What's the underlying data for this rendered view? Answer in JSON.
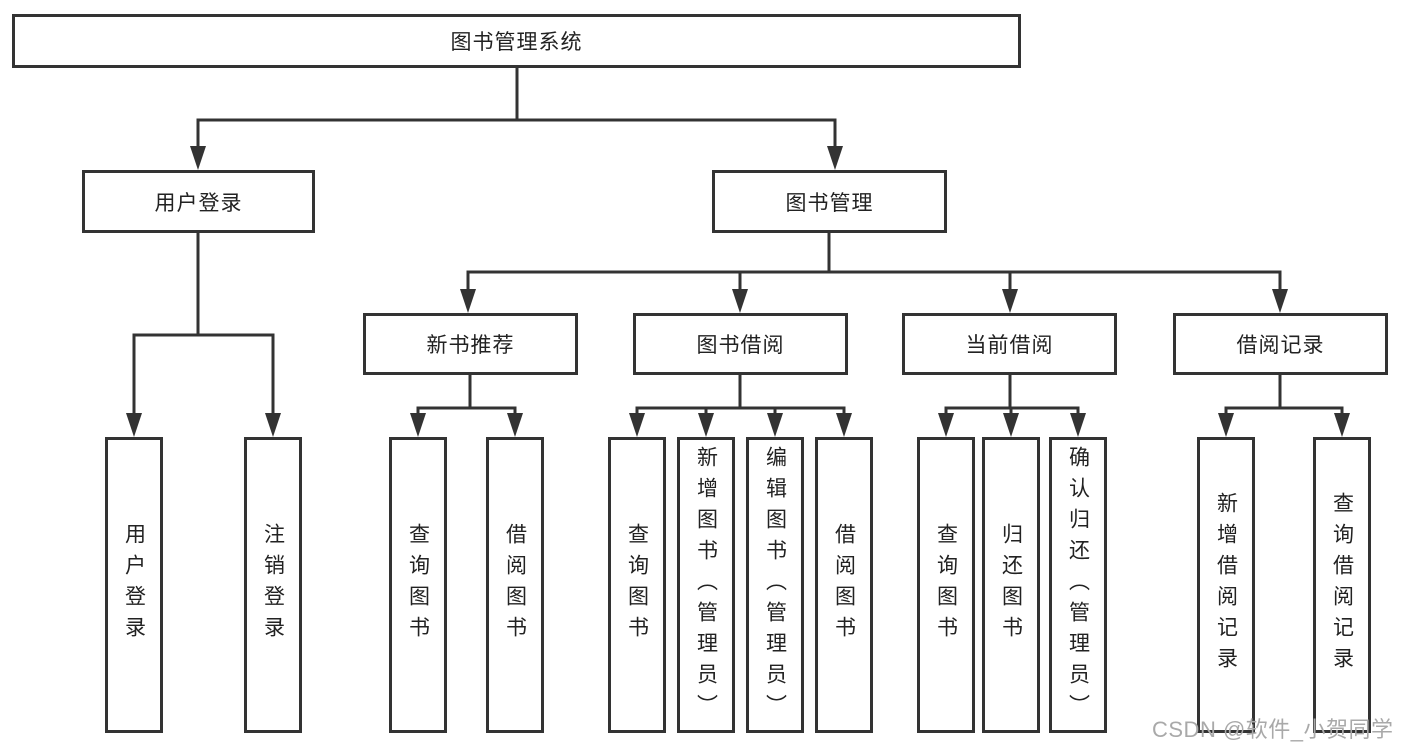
{
  "colors": {
    "line": "#333333",
    "box_border": "#333333",
    "text": "#222222",
    "background": "#ffffff",
    "watermark_text_color": "#a9a9a9"
  },
  "watermark": {
    "text": "CSDN @软件_小贺同学"
  },
  "tree": {
    "root": {
      "label": "图书管理系统",
      "children": [
        {
          "label": "用户登录",
          "children": [
            {
              "label": "用户登录"
            },
            {
              "label": "注销登录"
            }
          ]
        },
        {
          "label": "图书管理",
          "children": [
            {
              "label": "新书推荐",
              "children": [
                {
                  "label": "查询图书"
                },
                {
                  "label": "借阅图书"
                }
              ]
            },
            {
              "label": "图书借阅",
              "children": [
                {
                  "label": "查询图书"
                },
                {
                  "label": "新增图书（管理员）"
                },
                {
                  "label": "编辑图书（管理员）"
                },
                {
                  "label": "借阅图书"
                }
              ]
            },
            {
              "label": "当前借阅",
              "children": [
                {
                  "label": "查询图书"
                },
                {
                  "label": "归还图书"
                },
                {
                  "label": "确认归还（管理员）"
                }
              ]
            },
            {
              "label": "借阅记录",
              "children": [
                {
                  "label": "新增借阅记录"
                },
                {
                  "label": "查询借阅记录"
                }
              ]
            }
          ]
        }
      ]
    }
  }
}
